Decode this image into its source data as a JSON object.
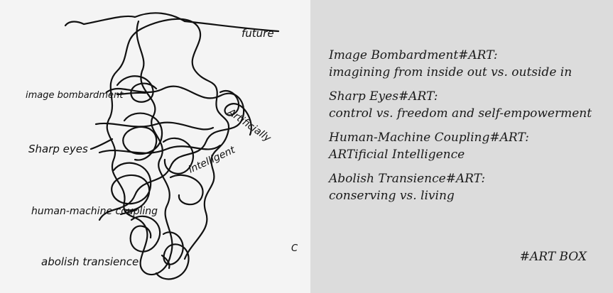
{
  "sketch": {
    "labels": {
      "future": "future",
      "image_bombardment": "image bombardment",
      "artificially": "Artificially",
      "sharp_eyes": "Sharp eyes",
      "intelligent": "intelligent",
      "human_machine_coupling": "human-machine coupling",
      "abolish_transience": "abolish transience",
      "c_mark": "C"
    }
  },
  "captions": [
    {
      "title": "Image Bombardment#ART:",
      "subtitle": "imagining from inside out vs. outside in"
    },
    {
      "title": "Sharp Eyes#ART:",
      "subtitle": "control vs. freedom and self-empowerment"
    },
    {
      "title": "Human-Machine Coupling#ART:",
      "subtitle": "ARTificial Intelligence"
    },
    {
      "title": "Abolish Transience#ART:",
      "subtitle": "conserving vs. living"
    }
  ],
  "signature": "#ART BOX"
}
